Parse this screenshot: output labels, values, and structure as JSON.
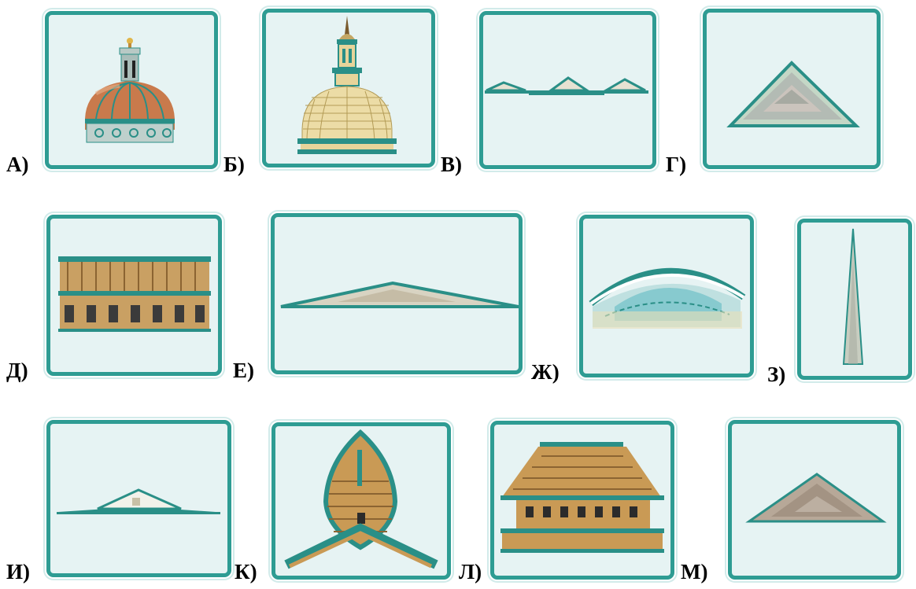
{
  "labels": [
    "А)",
    "Б)",
    "В)",
    "Г)",
    "Д)",
    "Е)",
    "Ж)",
    "З)",
    "И)",
    "К)",
    "Л)",
    "М)"
  ],
  "colors": {
    "frame": "#2e9c93",
    "panel": "#e6f3f3",
    "teal": "#2a8f87",
    "wood": "#c99a55",
    "copper": "#c9774a",
    "gold": "#e7d49a"
  }
}
